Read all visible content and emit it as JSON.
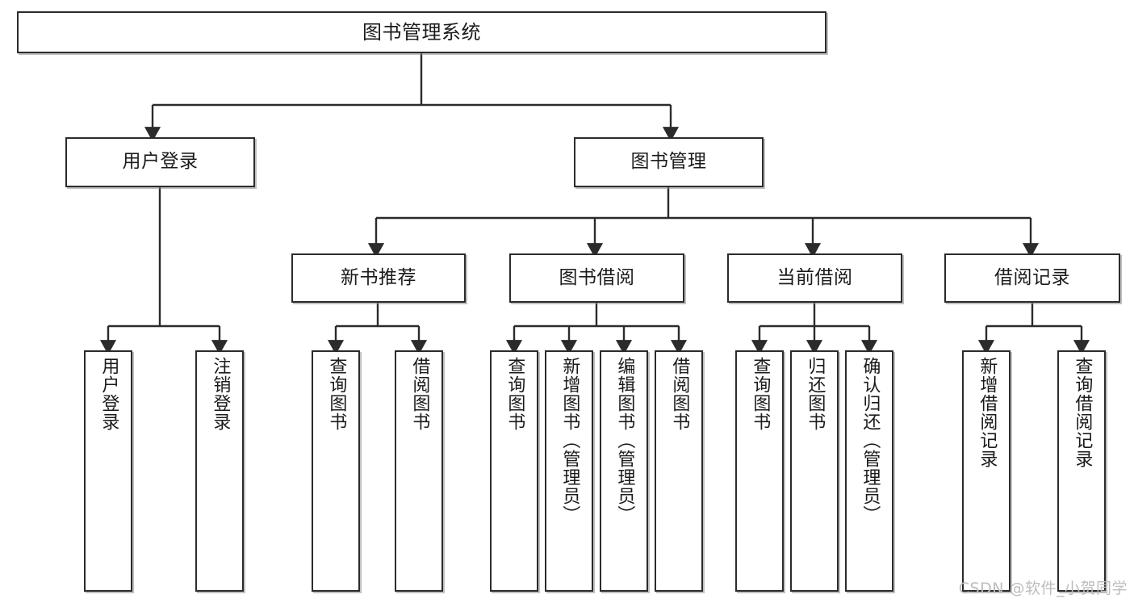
{
  "diagram": {
    "title": "图书管理系统",
    "type": "tree-structure-chart",
    "colors": {
      "box_border": "#2b2b2b",
      "box_fill": "#ffffff",
      "edge": "#2b2b2b",
      "shadow": "#8c8c8c",
      "watermark": "#bdbdbd",
      "background": "#ffffff"
    },
    "root": {
      "label": "图书管理系统"
    },
    "level2": [
      {
        "label": "用户登录"
      },
      {
        "label": "图书管理"
      }
    ],
    "level3": [
      {
        "label": "新书推荐"
      },
      {
        "label": "图书借阅"
      },
      {
        "label": "当前借阅"
      },
      {
        "label": "借阅记录"
      }
    ],
    "leaves": {
      "user_login": [
        {
          "label": "用户登录"
        },
        {
          "label": "注销登录"
        }
      ],
      "new_book": [
        {
          "label": "查询图书"
        },
        {
          "label": "借阅图书"
        }
      ],
      "book_borrow": [
        {
          "label": "查询图书"
        },
        {
          "label": "新增图书（管理员）"
        },
        {
          "label": "编辑图书（管理员）"
        },
        {
          "label": "借阅图书"
        }
      ],
      "current_borrow": [
        {
          "label": "查询图书"
        },
        {
          "label": "归还图书"
        },
        {
          "label": "确认归还（管理员）"
        }
      ],
      "borrow_record": [
        {
          "label": "新增借阅记录"
        },
        {
          "label": "查询借阅记录"
        }
      ]
    },
    "watermark": "CSDN @软件_小贺同学"
  }
}
